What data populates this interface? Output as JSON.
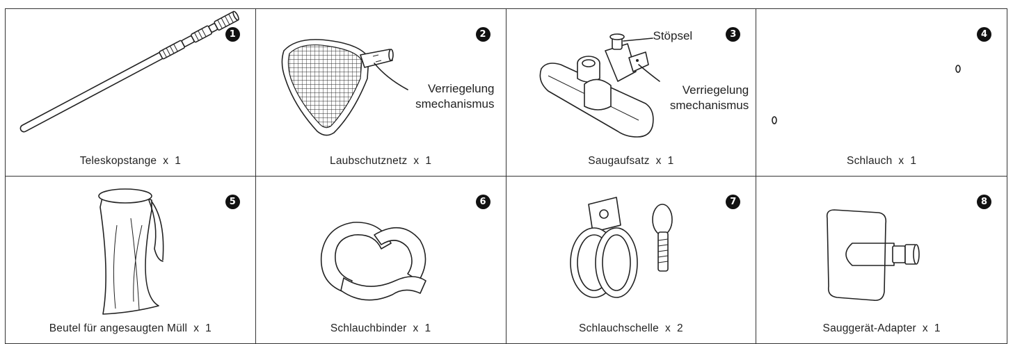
{
  "items": [
    {
      "number": "1",
      "caption": "Teleskopstange  x  1",
      "icon": "telescopic-pole"
    },
    {
      "number": "2",
      "caption": "Laubschutznetz  x  1",
      "icon": "leaf-net",
      "callouts": [
        "Verriegelung\nsmechanismus"
      ]
    },
    {
      "number": "3",
      "caption": "Saugaufsatz  x  1",
      "icon": "vacuum-head",
      "callouts": [
        "Stöpsel",
        "Verriegelung\nsmechanismus"
      ]
    },
    {
      "number": "4",
      "caption": "Schlauch  x  1",
      "icon": "hose"
    },
    {
      "number": "5",
      "caption": "Beutel für angesaugten Müll  x  1",
      "icon": "debris-bag"
    },
    {
      "number": "6",
      "caption": "Schlauchbinder  x  1",
      "icon": "hose-clip"
    },
    {
      "number": "7",
      "caption": "Schlauchschelle  x  2",
      "icon": "hose-clamp"
    },
    {
      "number": "8",
      "caption": "Sauggerät-Adapter  x  1",
      "icon": "vacuum-adapter"
    }
  ]
}
